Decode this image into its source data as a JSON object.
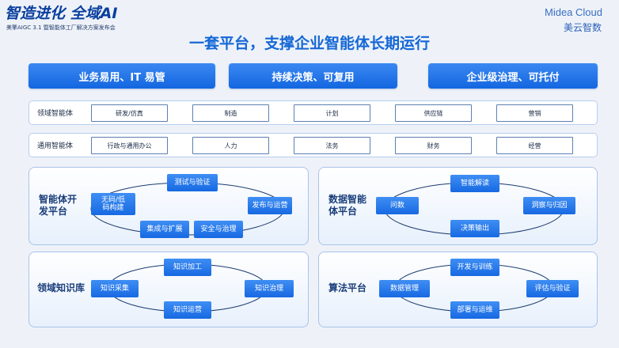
{
  "header": {
    "brand_title": "智造进化 全域AI",
    "brand_subtitle": "美擎AIGC 3.1 暨智能体工厂解决方案发布会",
    "logo_en": "Midea Cloud",
    "logo_cn": "美云智数",
    "main_title": "一套平台，支撑企业智能体长期运行"
  },
  "pillars": [
    "业务易用、IT 易管",
    "持续决策、可复用",
    "企业级治理、可托付"
  ],
  "rows": [
    {
      "label": "领域智能体",
      "items": [
        "研发/仿真",
        "制造",
        "计划",
        "供应链",
        "营销"
      ]
    },
    {
      "label": "通用智能体",
      "items": [
        "行政与通用办公",
        "人力",
        "法务",
        "财务",
        "经营"
      ]
    }
  ],
  "platforms": {
    "agent_dev": {
      "title": "智能体开发平台",
      "title_lines": [
        "智能体开",
        "发平台"
      ],
      "chips": [
        "测试与验证",
        "无码/低码构建",
        "发布与运营",
        "集成与扩展",
        "安全与治理"
      ],
      "chip_lines": [
        "无码/低",
        "码构建"
      ]
    },
    "data_agent": {
      "title": "数据智能体平台",
      "title_lines": [
        "数据智能",
        "体平台"
      ],
      "chips": [
        "智能解读",
        "问数",
        "洞察与归因",
        "决策输出"
      ]
    },
    "knowledge": {
      "title": "领域知识库",
      "chips": [
        "知识加工",
        "知识采集",
        "知识治理",
        "知识运营"
      ]
    },
    "algorithm": {
      "title": "算法平台",
      "chips": [
        "开发与训练",
        "数据管理",
        "评估与验证",
        "部署与运维"
      ]
    }
  },
  "colors": {
    "accent": "#1567d6",
    "chip": "#1769e2",
    "panel_border": "#a9c3ea"
  }
}
